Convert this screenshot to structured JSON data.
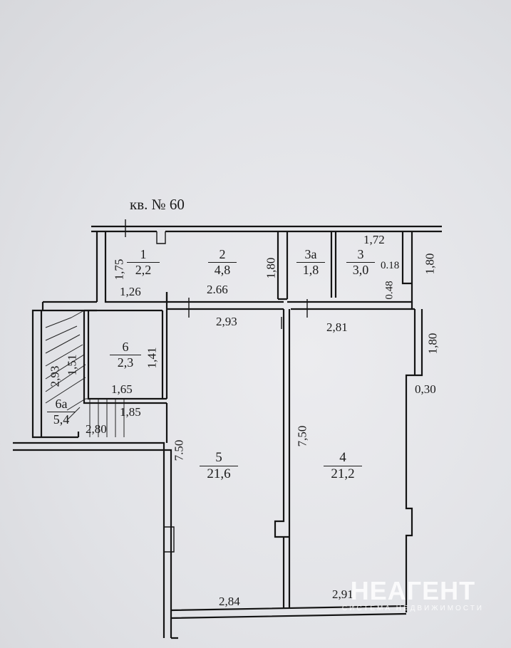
{
  "title": "кв. № 60",
  "rooms": [
    {
      "id": "1",
      "area": "2,2"
    },
    {
      "id": "2",
      "area": "4,8"
    },
    {
      "id": "3а",
      "area": "1,8"
    },
    {
      "id": "3",
      "area": "3,0"
    },
    {
      "id": "6",
      "area": "2,3"
    },
    {
      "id": "6а",
      "area": "5,4"
    },
    {
      "id": "5",
      "area": "21,6"
    },
    {
      "id": "4",
      "area": "21,2"
    }
  ],
  "dimensions": {
    "r1_height": "1,75",
    "r1_width": "1,26",
    "r2_height": "1,80",
    "r2_width": "2.66",
    "r3_top": "1,72",
    "r3_small1": "0.18",
    "r3_small2": "0.48",
    "right_upper": "1,80",
    "right_mid": "1,80",
    "right_wall": "0,30",
    "corridor_left": "2,93",
    "corridor_right": "2,81",
    "r6_height": "1,41",
    "r6_width": "1,65",
    "stair_h1": "2,93",
    "stair_h2": "1,51",
    "stair_w1": "1,85",
    "stair_w2": "2,80",
    "r5_height": "7.50",
    "r4_height": "7,50",
    "r5_bottom": "2,84",
    "r4_bottom": "2,91"
  },
  "watermark": {
    "name": "НЕАГЕНТ",
    "tagline": "СИСТЕМА НЕДВИЖИМОСТИ"
  }
}
